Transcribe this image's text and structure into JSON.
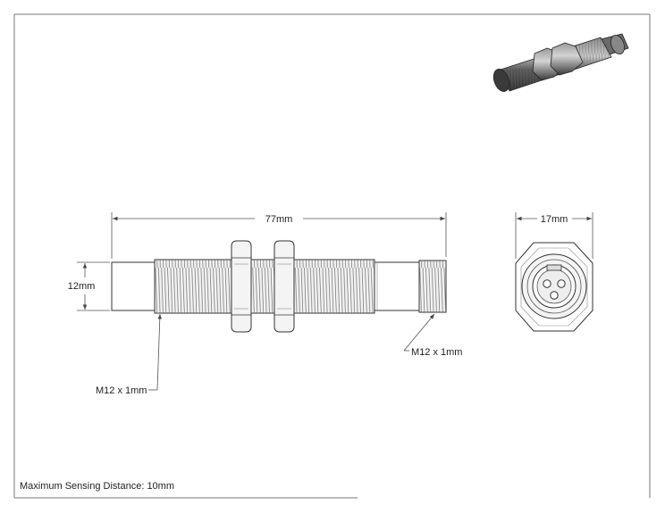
{
  "drawing": {
    "length_dim": "77mm",
    "diameter_dim": "12mm",
    "hex_dim": "17mm",
    "thread_left": "M12 x 1mm",
    "thread_right": "M12 x 1mm",
    "note": "Maximum Sensing Distance: 10mm"
  },
  "colors": {
    "line": "#333333",
    "dim_line": "#555555",
    "render_body": "#555555"
  }
}
